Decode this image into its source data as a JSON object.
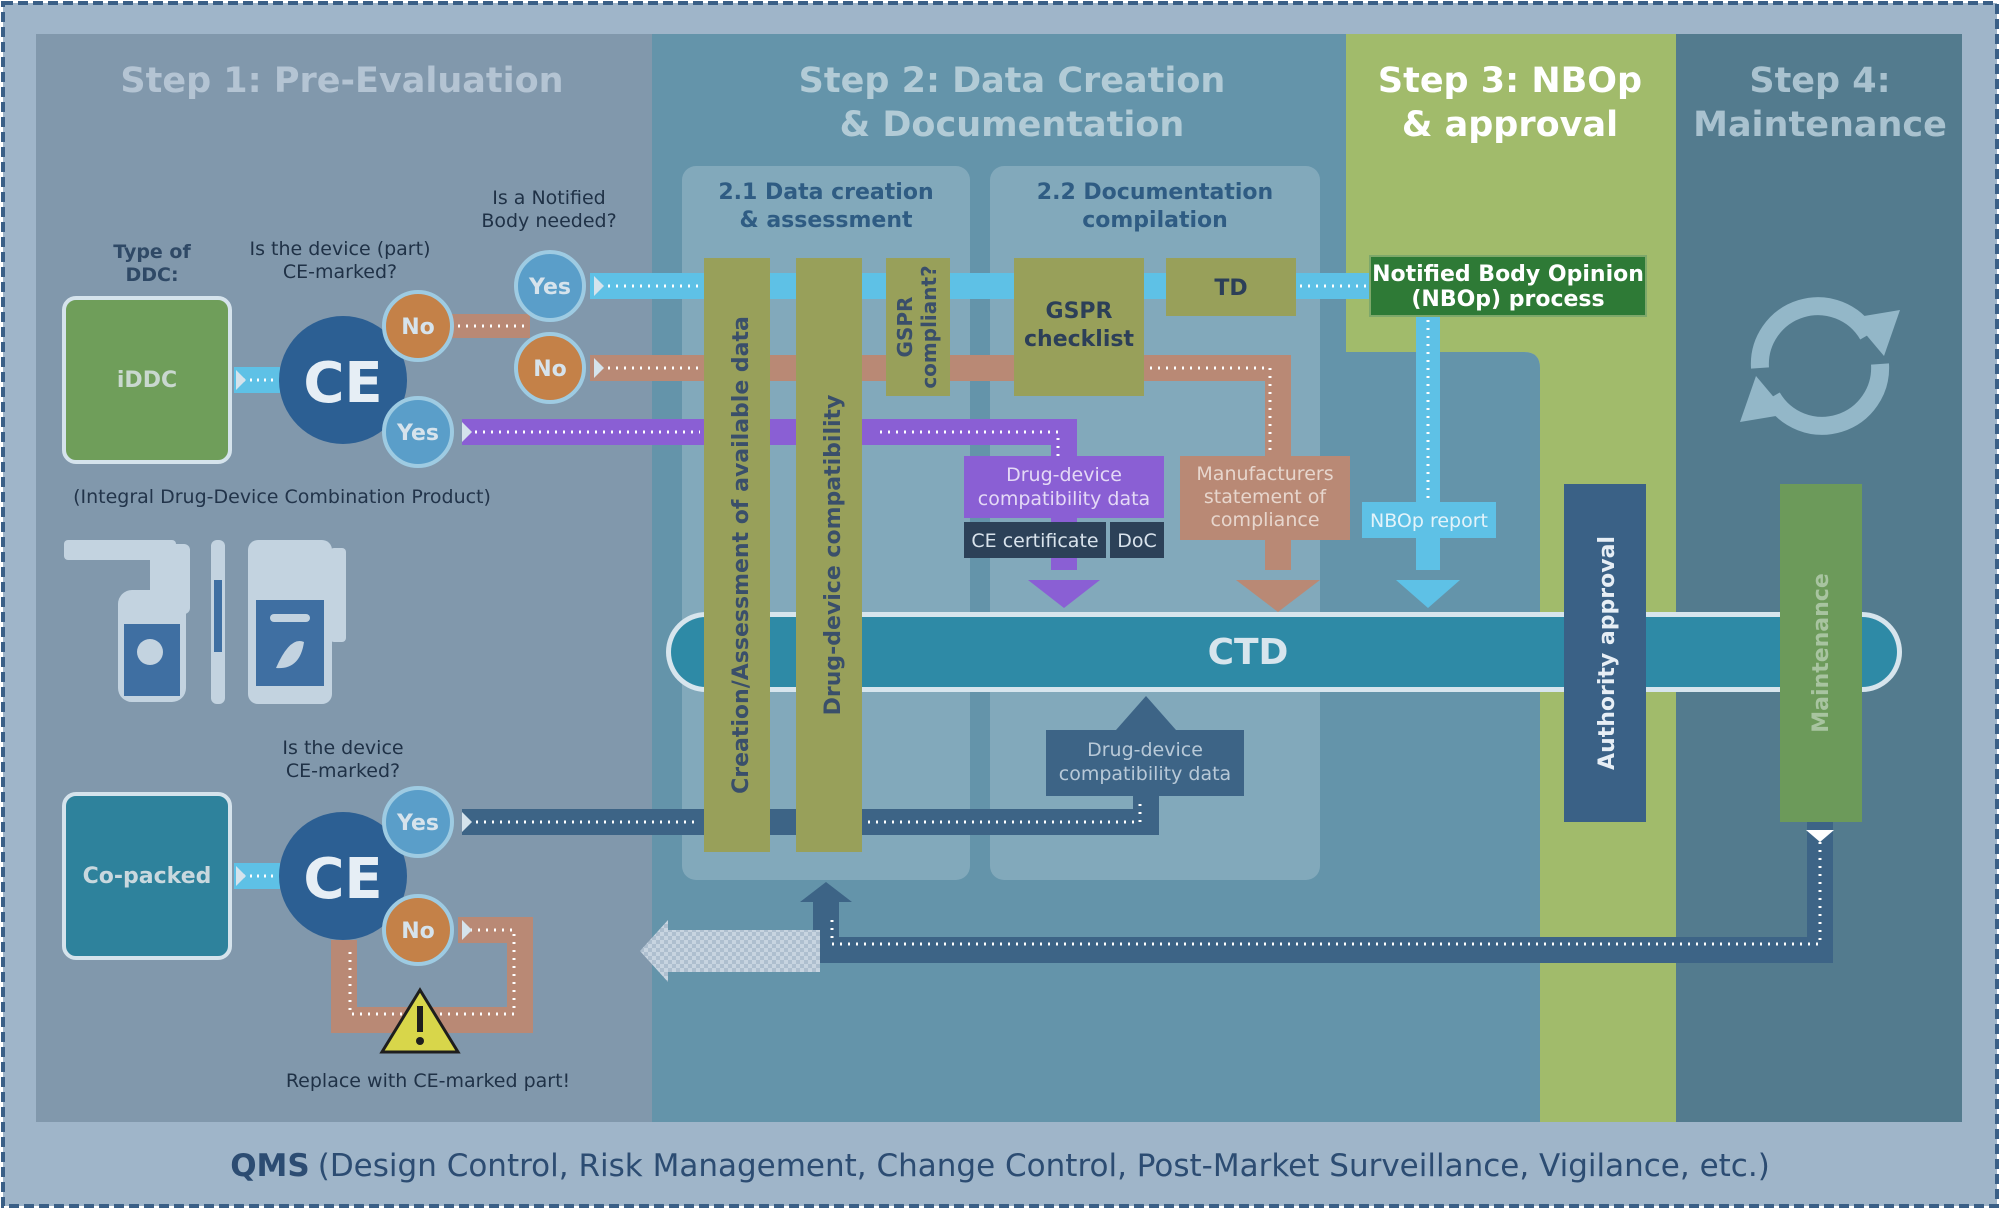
{
  "steps": {
    "step1": "Step 1: Pre-Evaluation",
    "step2_line1": "Step 2: Data Creation",
    "step2_line2": "& Documentation",
    "step3_line1": "Step 3: NBOp",
    "step3_line2": "& approval",
    "step4_line1": "Step 4:",
    "step4_line2": "Maintenance"
  },
  "substeps": {
    "s21_line1": "2.1 Data creation",
    "s21_line2": "& assessment",
    "s22_line1": "2.2 Documentation",
    "s22_line2": "compilation"
  },
  "ddc": {
    "type_line1": "Type of",
    "type_line2": "DDC:",
    "iddc": "iDDC",
    "iddc_caption": "(Integral Drug-Device Combination Product)",
    "copacked": "Co-packed"
  },
  "questions": {
    "ce_marked_part_line1": "Is the device (part)",
    "ce_marked_part_line2": "CE-marked?",
    "nb_needed_line1": "Is a Notified",
    "nb_needed_line2": "Body needed?",
    "ce_marked_line1": "Is the device",
    "ce_marked_line2": "CE-marked?"
  },
  "answers": {
    "yes": "Yes",
    "no": "No"
  },
  "ce_mark": "CE",
  "bars": {
    "creation": "Creation/Assessment of available data",
    "compat": "Drug-device compatibility",
    "gspr_compliant_line1": "GSPR",
    "gspr_compliant_line2": "compliant?"
  },
  "docs": {
    "gspr_checklist_line1": "GSPR",
    "gspr_checklist_line2": "checklist",
    "td": "TD",
    "compat_data_line1": "Drug-device",
    "compat_data_line2": "compatibility data",
    "ce_certificate": "CE certificate",
    "doc": "DoC",
    "manuf_line1": "Manufacturers",
    "manuf_line2": "statement of",
    "manuf_line3": "compliance",
    "nbop_report": "NBOp report",
    "copacked_compat_line1": "Drug-device",
    "copacked_compat_line2": "compatibility data"
  },
  "nbop_line1": "Notified Body Opinion",
  "nbop_line2": "(NBOp) process",
  "ctd": "CTD",
  "authority": "Authority approval",
  "maintenance": "Maintenance",
  "warning": "Replace with CE-marked part!",
  "qms": {
    "bold": "QMS",
    "rest": "(Design Control, Risk Management, Change Control, Post-Market Surveillance, Vigilance, etc.)"
  },
  "colors": {
    "frame": "#9fb5c9",
    "step1": "#8198ac",
    "step2": "#6494aa",
    "step3": "#a1bb6b",
    "step4": "#537b8e",
    "olive": "#98a05a",
    "purple": "#8a5fd4",
    "salmon": "#b98975",
    "skyblue": "#5ec1e6",
    "darkblue": "#3b6184",
    "ctd": "#2e8aa6",
    "green": "#2e7a36"
  }
}
